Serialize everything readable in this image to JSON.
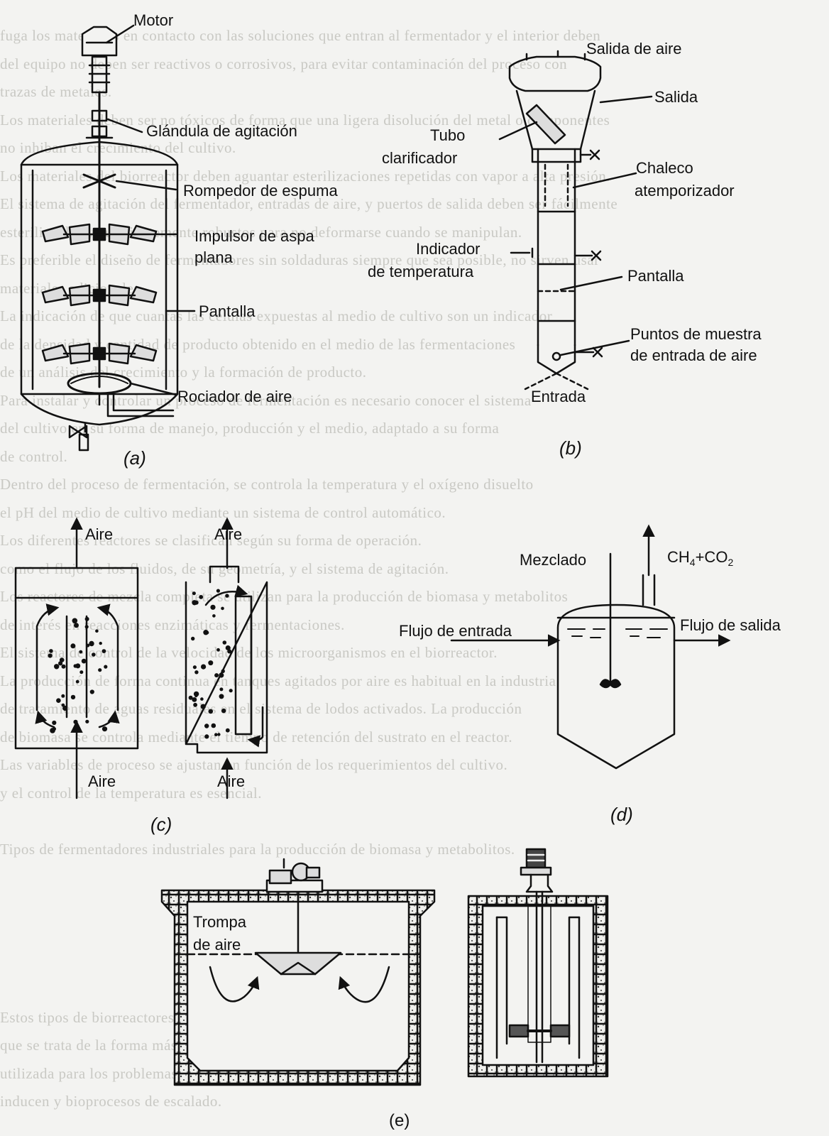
{
  "panel_a": {
    "caption": "(a)",
    "labels": {
      "motor": "Motor",
      "gland": "Glándula de agitación",
      "foam": "Rompedor de espuma",
      "impeller_1": "Impulsor de aspa",
      "impeller_2": "plana",
      "baffle": "Pantalla",
      "sparger": "Rociador de aire"
    }
  },
  "panel_b": {
    "caption": "(b)",
    "labels": {
      "air_out": "Salida de aire",
      "outlet": "Salida",
      "tube_1": "Tubo",
      "tube_2": "clarificador",
      "jacket_1": "Chaleco",
      "jacket_2": "atemporizador",
      "temp_1": "Indicador",
      "temp_2": "de temperatura",
      "baffle": "Pantalla",
      "sample_1": "Puntos de muestra",
      "sample_2": "de entrada de aire",
      "inlet": "Entrada"
    }
  },
  "panel_c": {
    "caption": "(c)",
    "labels": {
      "air_top_left": "Aire",
      "air_top_right": "Aire",
      "air_bottom_left": "Aire",
      "air_bottom_right": "Aire"
    }
  },
  "panel_d": {
    "caption": "(d)",
    "labels": {
      "mixing": "Mezclado",
      "gas_ch4": "CH",
      "gas_sub4": "4",
      "gas_co2": "+CO",
      "gas_sub2": "2",
      "inflow": "Flujo de entrada",
      "outflow": "Flujo de salida"
    }
  },
  "panel_e": {
    "caption": "(e)",
    "labels": {
      "trompa_1": "Trompa",
      "trompa_2": "de aire"
    }
  },
  "background_text": [
    "fuga los materiales en contacto con las soluciones que entran al fermentador y el interior deben",
    "del equipo no deben ser reactivos o corrosivos, para evitar contaminación del proceso con",
    "trazas de metales.",
    "Los materiales deben ser no tóxicos de forma que una ligera disolución del metal o componentes",
    "no inhiban el crecimiento del cultivo.",
    "Los materiales del biorreactor deben aguantar esterilizaciones repetidas con vapor a alta presión.",
    "El sistema de agitación del fermentador, entradas de aire, y puertos de salida deben ser fácilmente",
    "esterilizables y suficientemente robustos para no deformarse cuando se manipulan.",
    "Es preferible el diseño de fermentadores sin soldaduras siempre que sea posible, no sirven usar",
    "materiales adicionales.",
    "La indicación de que cuantas las células expuestas al medio de cultivo son un indicador",
    "de la densidad y cantidad de producto obtenido en el medio de las fermentaciones",
    "de un análisis del crecimiento y la formación de producto.",
    "Para instalar y controlar un proceso de fermentación es necesario conocer el sistema",
    "del cultivo en su forma de manejo, producción y el medio, adaptado a su forma",
    "de control.",
    "Dentro del proceso de fermentación, se controla la temperatura y el oxígeno disuelto",
    "el pH del medio de cultivo mediante un sistema de control automático.",
    "Los diferentes reactores se clasifican según su forma de operación.",
    "como el flujo de los fluidos, de su geometría, y el sistema de agitación.",
    "Los reactores de mezcla completa se utilizan para la producción de biomasa y metabolitos",
    "de interés en reacciones enzimáticas y fermentaciones.",
    "El sistema de control de la velocidad de los microorganismos en el biorreactor.",
    "La producción de forma continua en tanques agitados por aire es habitual en la industria",
    "de tratamiento de aguas residuales en el sistema de lodos activados. La producción",
    "de biomasa se controla mediante el tiempo de retención del sustrato en el reactor.",
    "Las variables de proceso se ajustan en función de los requerimientos del cultivo.",
    "y el control de la temperatura es esencial.",
    "",
    "Tipos de fermentadores industriales para la producción de biomasa y metabolitos.",
    "",
    "",
    "",
    "",
    "",
    "Estos tipos de biorreactores se utilizan en la industria alimentaria.",
    "que se trata de la forma más sencilla de producir biomasa.",
    "utilizada para los problemas de transferencia de oxígeno.",
    "inducen y bioprocesos de escalado."
  ]
}
